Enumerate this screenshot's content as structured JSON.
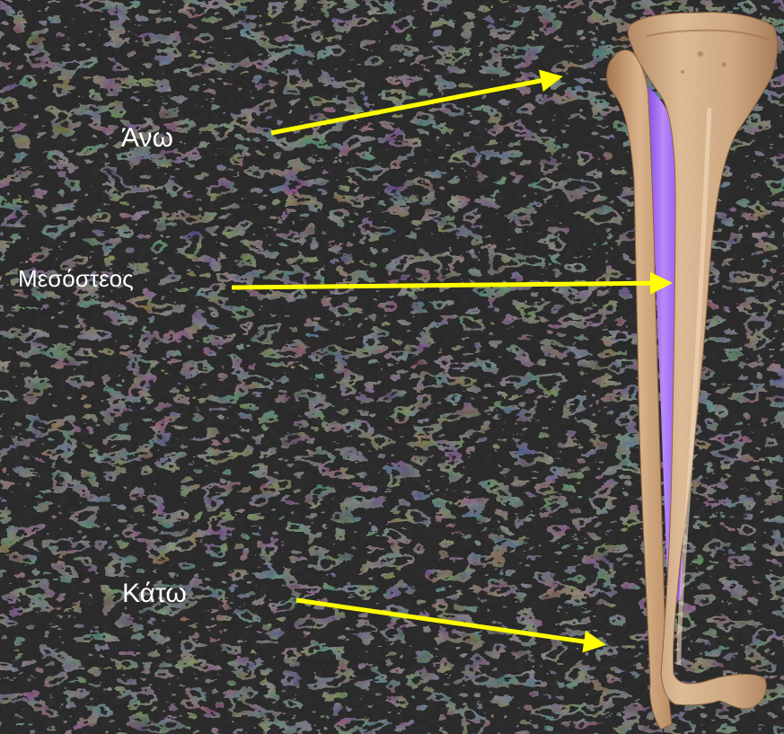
{
  "labels": {
    "upper": "Άνω",
    "middle": "Μεσόστεος",
    "lower": "Κάτω"
  },
  "colors": {
    "background": "#262626",
    "arrow": "#ffff00",
    "bone": "#d7b48c",
    "membrane": "#9b5cf0",
    "label_text": "#ffffff"
  }
}
